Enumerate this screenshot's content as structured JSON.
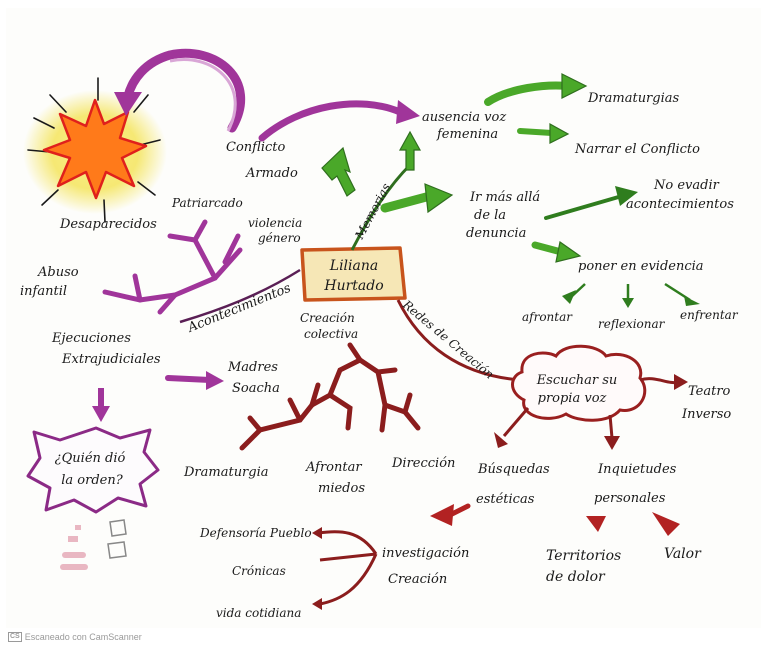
{
  "center": {
    "line1": "Liliana",
    "line2": "Hurtado"
  },
  "colors": {
    "center_fill": "#f6e7b6",
    "center_border": "#c8541c",
    "green": "#3b9b2b",
    "green_arrow": "#4aa829",
    "purple": "#a0359a",
    "brown_red": "#8b1d1d",
    "red": "#b22222",
    "star_fill": "#ff7a1a",
    "star_edge": "#e0201c",
    "burst": "#f2df3a"
  },
  "branches": {
    "memorias": "Memorias",
    "acontecimientos": "Acontecimientos",
    "creacion_colectiva": {
      "line1": "Creación",
      "line2": "colectiva"
    },
    "redes": "Redes de Creación"
  },
  "green_nodes": {
    "ausencia": {
      "line1": "ausencia voz",
      "line2": "femenina"
    },
    "dramaturgias": "Dramaturgias",
    "narrar": "Narrar el Conflicto",
    "ir_mas_alla": {
      "line1": "Ir más allá",
      "line2": "de la",
      "line3": "denuncia"
    },
    "no_evadir": {
      "line1": "No evadir",
      "line2": "acontecimientos"
    },
    "poner": "poner en evidencia",
    "afrontar": "afrontar",
    "reflexionar": "reflexionar",
    "enfrentar": "enfrentar"
  },
  "purple_nodes": {
    "conflicto": {
      "line1": "Conflicto",
      "line2": "Armado"
    },
    "desaparecidos": "Desaparecidos",
    "patriarcado": "Patriarcado",
    "violencia": {
      "line1": "violencia",
      "line2": "género"
    },
    "abuso": {
      "line1": "Abuso",
      "line2": "infantil"
    },
    "ejecuciones": {
      "line1": "Ejecuciones",
      "line2": "Extrajudiciales"
    },
    "madres": {
      "line1": "Madres",
      "line2": "Soacha"
    },
    "quien": {
      "line1": "¿Quién dió",
      "line2": "la orden?"
    }
  },
  "red_nodes": {
    "dramaturgia": "Dramaturgia",
    "afrontar_miedos": {
      "line1": "Afrontar",
      "line2": "miedos"
    },
    "direccion": "Dirección",
    "escuchar": {
      "line1": "Escuchar su",
      "line2": "propia voz"
    },
    "teatro": {
      "line1": "Teatro",
      "line2": "Inverso"
    },
    "busquedas": {
      "line1": "Búsquedas",
      "line2": "estéticas"
    },
    "inquietudes": {
      "line1": "Inquietudes",
      "line2": "personales"
    },
    "territorios": {
      "line1": "Territorios",
      "line2": "de dolor"
    },
    "valor": "Valor",
    "investigacion": {
      "line1": "investigación",
      "line2": "Creación"
    },
    "defensoria": "Defensoría Pueblo",
    "cronicas": "Crónicas",
    "vida": "vida cotidiana"
  },
  "footer": {
    "logo": "CS",
    "text": "Escaneado con CamScanner"
  }
}
